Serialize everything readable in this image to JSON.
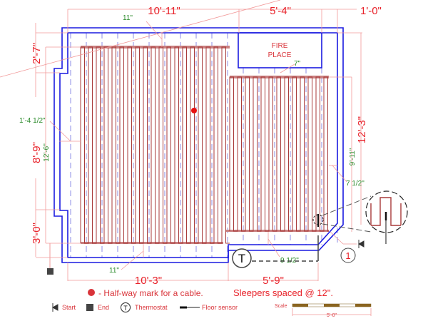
{
  "dimensions": {
    "top_left": "10'-11\"",
    "top_mid": "5'-4\"",
    "top_right": "1'-0\"",
    "left_top": "2'-7\"",
    "left_mid": "8'-9\"",
    "left_bottom": "3'-0\"",
    "right": "12'-3\"",
    "bottom_left": "10'-3\"",
    "bottom_right": "5'-9\""
  },
  "cable_dims": {
    "top_gap": "11\"",
    "fireplace_gap": "7\"",
    "left_gap": "1'-4 1/2\"",
    "left_run": "12'-6\"",
    "right_run": "9'-11\"",
    "right_gap": "7 1/2\"",
    "bottom_gap": "11\"",
    "bottom_right_gap": "9 1/2\""
  },
  "fireplace_label": [
    "FIRE",
    "PLACE"
  ],
  "thermostat_symbol": "T",
  "detail_marker": "1",
  "legend": {
    "halfway": "- Half-way mark for a cable.",
    "sleepers": "Sleepers spaced @ 12\".",
    "start": "Start",
    "end": "End",
    "thermostat": "Thermostat",
    "thermostat_symbol": "T",
    "floor_sensor": "Floor sensor",
    "scale_label": "Scale",
    "scale_value": "5'-0\""
  },
  "colors": {
    "wall": "#1a1ae0",
    "cable": "#a83a3a",
    "dimension": "#e8222a",
    "cable_dim": "#2a8a2a"
  }
}
